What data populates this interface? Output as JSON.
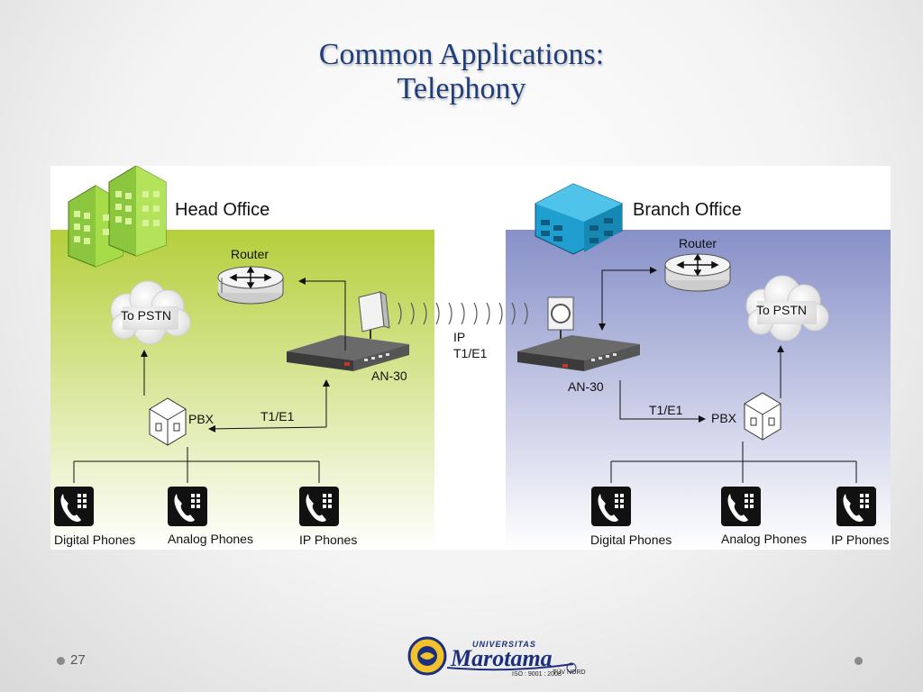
{
  "slide": {
    "title_line1": "Common Applications:",
    "title_line2": "Telephony",
    "page_number": "27"
  },
  "diagram": {
    "head_office": {
      "title": "Head Office",
      "router": "Router",
      "pstn": "To PSTN",
      "device": "AN-30",
      "pbx": "PBX",
      "trunk": "T1/E1",
      "phones": [
        "Digital Phones",
        "Analog Phones",
        "IP Phones"
      ]
    },
    "wireless_link": {
      "line1": "IP",
      "line2": "T1/E1"
    },
    "branch_office": {
      "title": "Branch Office",
      "router": "Router",
      "pstn": "To PSTN",
      "device": "AN-30",
      "pbx": "PBX",
      "trunk": "T1/E1",
      "phones": [
        "Digital Phones",
        "Analog Phones",
        "IP Phones"
      ]
    },
    "colors": {
      "head_band": "#b5cf3c",
      "branch_band": "#8790c8",
      "green_building": "#9bd33a",
      "blue_building": "#1f9fcf"
    }
  },
  "logo": {
    "top": "UNIVERSITAS",
    "name": "Marotama",
    "iso": "ISO : 9001 : 2008",
    "cert": "TÜV NORD"
  }
}
